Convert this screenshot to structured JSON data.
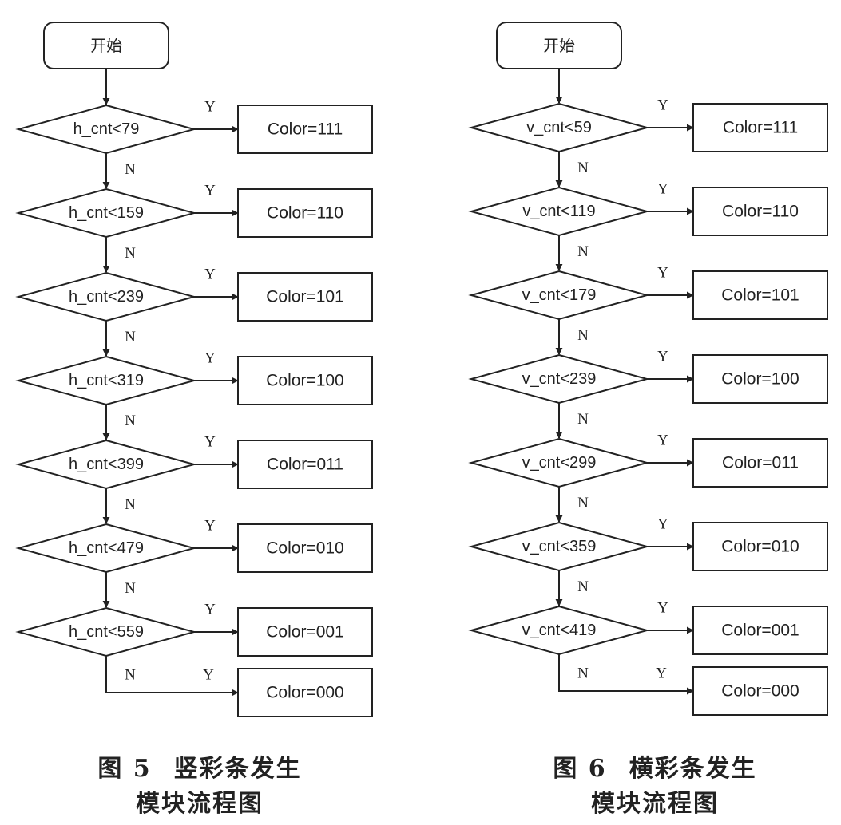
{
  "colors": {
    "line": "#222222",
    "background": "#ffffff"
  },
  "figures": [
    {
      "id": "fig5",
      "start_label": "开始",
      "yes_label": "Y",
      "no_label": "N",
      "conditions": [
        "h_cnt<79",
        "h_cnt<159",
        "h_cnt<239",
        "h_cnt<319",
        "h_cnt<399",
        "h_cnt<479",
        "h_cnt<559"
      ],
      "outputs": [
        "Color=111",
        "Color=110",
        "Color=101",
        "Color=100",
        "Color=011",
        "Color=010",
        "Color=001"
      ],
      "final_output": "Color=000",
      "caption_number": "图 5",
      "caption_line1": "竖彩条发生",
      "caption_line2": "模块流程图"
    },
    {
      "id": "fig6",
      "start_label": "开始",
      "yes_label": "Y",
      "no_label": "N",
      "conditions": [
        "v_cnt<59",
        "v_cnt<119",
        "v_cnt<179",
        "v_cnt<239",
        "v_cnt<299",
        "v_cnt<359",
        "v_cnt<419"
      ],
      "outputs": [
        "Color=111",
        "Color=110",
        "Color=101",
        "Color=100",
        "Color=011",
        "Color=010",
        "Color=001"
      ],
      "final_output": "Color=000",
      "caption_number": "图 6",
      "caption_line1": "横彩条发生",
      "caption_line2": "模块流程图"
    }
  ]
}
